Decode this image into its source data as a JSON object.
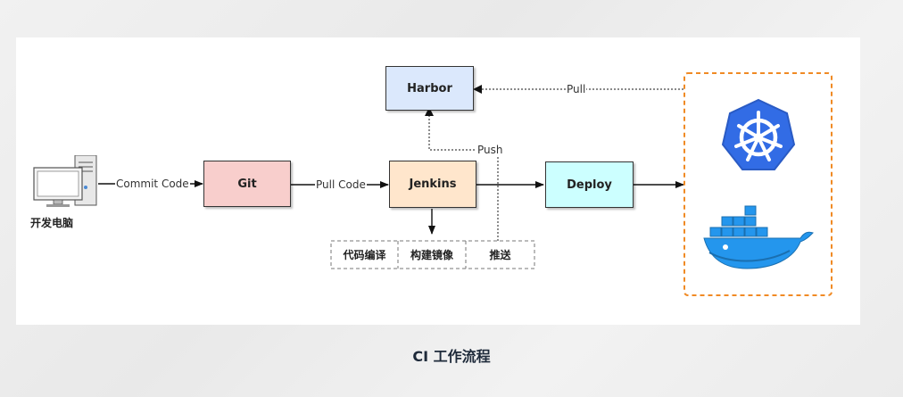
{
  "nodes": {
    "harbor": "Harbor",
    "git": "Git",
    "jenkins": "Jenkins",
    "deploy": "Deploy",
    "developer_pc": "开发电脑"
  },
  "edges": {
    "commit_code": "Commit Code",
    "pull_code": "Pull Code",
    "push": "Push",
    "pull": "Pull"
  },
  "tasks": [
    "代码编译",
    "构建镜像",
    "推送"
  ],
  "caption": "CI 工作流程",
  "icons": [
    "desktop-computer-icon",
    "kubernetes-icon",
    "docker-icon"
  ],
  "colors": {
    "harbor": "#dbe8fc",
    "git": "#f8cecc",
    "jenkins": "#ffe6cc",
    "deploy": "#ccffff",
    "runtime_border": "#f08a24",
    "kubernetes": "#326ce5",
    "docker": "#2496ed"
  }
}
